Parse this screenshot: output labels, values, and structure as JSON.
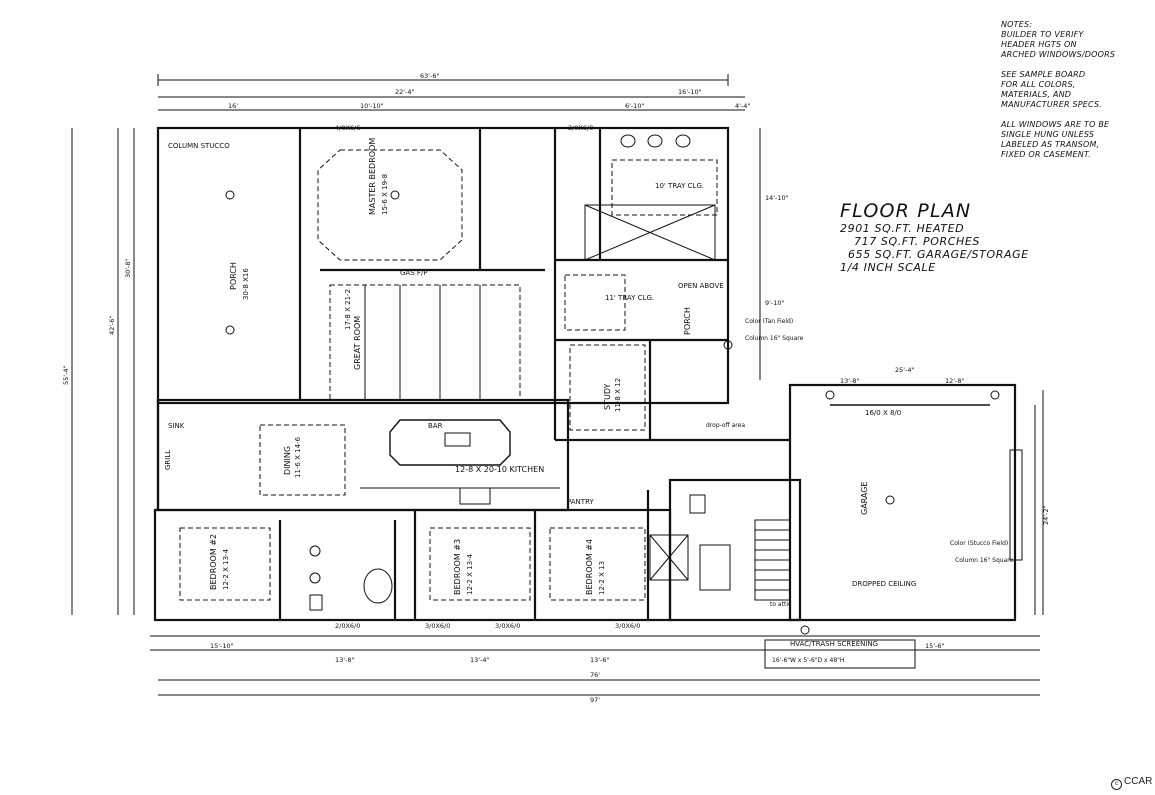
{
  "notes": {
    "heading": "NOTES:",
    "lines": [
      "BUILDER TO VERIFY",
      "HEADER HGTS ON",
      "ARCHED WINDOWS/DOORS",
      "",
      "SEE SAMPLE BOARD",
      "FOR ALL COLORS,",
      "MATERIALS, AND",
      "MANUFACTURER SPECS.",
      "",
      "ALL WINDOWS ARE TO BE",
      "SINGLE HUNG UNLESS",
      "LABELED AS TRANSOM,",
      "FIXED OR CASEMENT."
    ]
  },
  "title_block": {
    "title": "FLOOR PLAN",
    "lines": [
      "2901 SQ.FT. HEATED",
      "717 SQ.FT. PORCHES",
      "655 SQ.FT. GARAGE/STORAGE",
      "1/4 INCH SCALE"
    ]
  },
  "watermark": "CCAR",
  "rooms": {
    "porch": "PORCH",
    "porch_dim": "30-8 X16",
    "column_stucco": "COLUMN STUCCO",
    "master": "MASTER BEDROOM",
    "master_dim": "15-6 X 19-8",
    "great_room": "GREAT ROOM",
    "great_dim": "17-8 X 21-2",
    "dining": "DINING",
    "dining_dim": "11-6 X 14-6",
    "kitchen": "12-8 X 20-10 KITCHEN",
    "bar": "BAR",
    "study": "STUDY",
    "study_dim": "11-8 X 12",
    "porch2": "PORCH",
    "open_above": "OPEN ABOVE",
    "garage": "GARAGE",
    "garage_door": "16/0 X 8/0",
    "dropped_ceiling": "DROPPED CEILING",
    "bed2": "BEDROOM #2",
    "bed2_dim": "12-2 X 13-4",
    "bed3": "BEDROOM #3",
    "bed3_dim": "12-2 X 13-4",
    "bed4": "BEDROOM #4",
    "bed4_dim": "12-2 X 13",
    "pantry": "PANTRY",
    "sink": "SINK",
    "grill": "GRILL",
    "trash": "HVAC/TRASH SCREENING",
    "trash_dim": "16'-6\"W x 5'-6\"D x 48\"H",
    "gas_fp": "GAS F/P",
    "tray_clg": "10' TRAY CLG.",
    "tray_clg2": "11' TRAY CLG.",
    "col1": "Color (Tan Field)",
    "col2": "Column 16\" Square",
    "col3": "Color (Stucco Field)",
    "col4": "Column 16\" Square",
    "attic": "to attic",
    "drop_off": "drop-off area"
  },
  "dims": {
    "overall_top": "63'-6\"",
    "overall_bottom": "97'",
    "bottom_mid": "76'",
    "right_depth": "24'-2\"",
    "left_depth": "55'-4\"",
    "left_depth2": "42'-6\"",
    "porch_depth": "30'-8\"",
    "top_a": "22'-4\"",
    "top_b": "16'",
    "top_c": "6'-10\"",
    "top_d": "10'-10\"",
    "top_e": "16'-10\"",
    "top_f": "4'-4\"",
    "right_a": "25'-4\"",
    "right_b": "13'-8\"",
    "right_c": "12'-8\"",
    "right_d": "14'-10\"",
    "right_e": "9'-10\"",
    "bot_a": "15'-10\"",
    "bot_b": "13'-8\"",
    "bot_c": "13'-4\"",
    "bot_d": "13'-6\"",
    "bot_e": "15'-6\"",
    "win_a": "4/0X6/6",
    "win_b": "2/0X6/0",
    "win_c": "3/0X6/0",
    "win_d": "3/0X6/0",
    "win_e": "2/0X6/0",
    "win_f": "3/0X6/0"
  }
}
